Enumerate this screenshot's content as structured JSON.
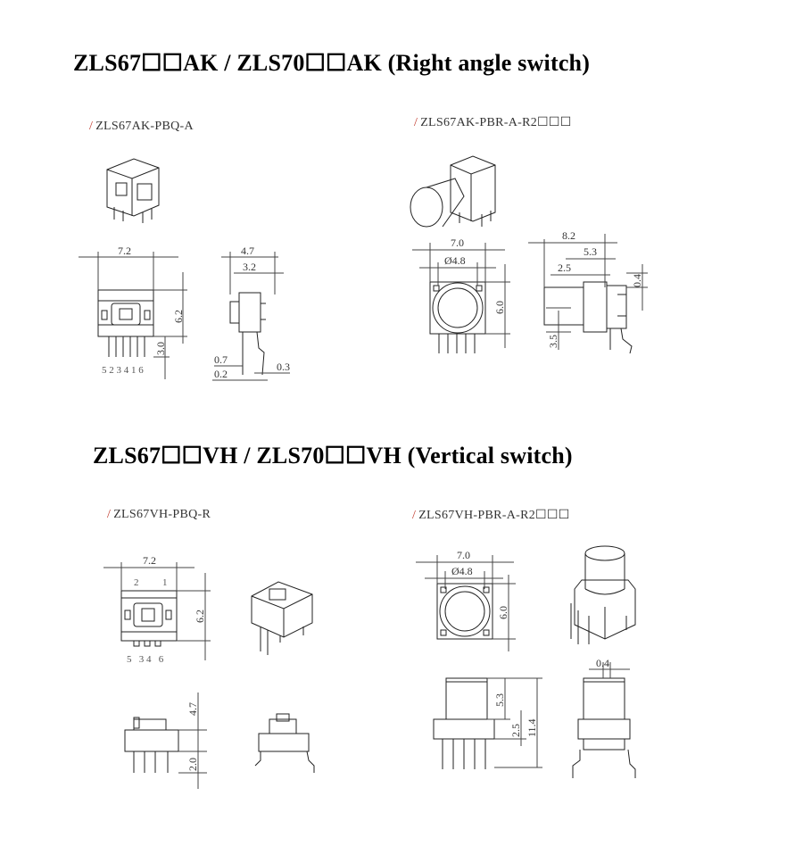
{
  "sections": [
    {
      "title": "ZLS67☐☐AK / ZLS70☐☐AK (Right angle switch)"
    },
    {
      "title": "ZLS67☐☐VH / ZLS70☐☐VH (Vertical switch)"
    }
  ],
  "models": [
    {
      "slash": "/",
      "name": "ZLS67AK-PBQ-A"
    },
    {
      "slash": "/",
      "name": "ZLS67AK-PBR-A-R2☐☐☐"
    },
    {
      "slash": "/",
      "name": "ZLS67VH-PBQ-R"
    },
    {
      "slash": "/",
      "name": "ZLS67VH-PBR-A-R2☐☐☐"
    }
  ],
  "dims": {
    "d72": "7.2",
    "d62": "6.2",
    "d30": "3.0",
    "d47": "4.7",
    "d32": "3.2",
    "d07": "0.7",
    "d02": "0.2",
    "d03": "0.3",
    "d70": "7.0",
    "d48": "Ø4.8",
    "d60": "6.0",
    "d82": "8.2",
    "d53": "5.3",
    "d25": "2.5",
    "d04": "0.4",
    "d35": "3.5",
    "d20": "2.0",
    "d114": "11.4"
  },
  "pins": {
    "ak_bottom": "5 2 3 4 1 6",
    "vh_top_a": "2",
    "vh_top_b": "1",
    "vh_bottom": "5   3 4   6"
  },
  "colors": {
    "accent_slash": "#c0392b",
    "line": "#222222",
    "dim_line": "#444444"
  }
}
